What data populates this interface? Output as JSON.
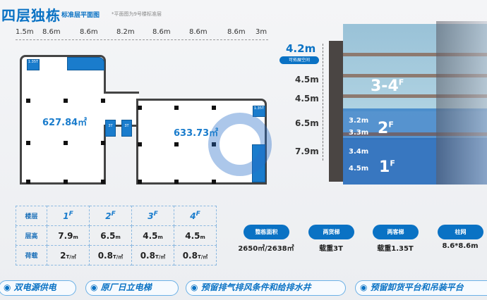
{
  "header": {
    "title": "四层独栋",
    "subtitle": "标准层平面图",
    "note": "*平面图为9号楼标准层"
  },
  "dimensions": [
    "1.5m",
    "8.6m",
    "8.6m",
    "8.2m",
    "8.6m",
    "8.6m",
    "8.6m",
    "3m"
  ],
  "plan": {
    "area_left": "627.84㎡",
    "area_right": "633.73㎡",
    "elevator_passenger": "1.35T",
    "elevator_freight": "3T"
  },
  "building": {
    "top_height": "4.2m",
    "top_label": "可拓展空间",
    "heights": [
      "4.5m",
      "4.5m",
      "6.5m",
      "7.9m"
    ],
    "floor_labels": [
      "3-4",
      "2",
      "1"
    ],
    "floor_sup": "F",
    "inner_2f": [
      "3.2m",
      "3.3m"
    ],
    "inner_1f": [
      "3.4m",
      "4.5m"
    ]
  },
  "spec_table": {
    "row_headers": [
      "楼层",
      "层高",
      "荷载"
    ],
    "floors": [
      "1",
      "2",
      "3",
      "4"
    ],
    "floor_sup": "F",
    "heights": [
      "7.9",
      "6.5",
      "4.5",
      "4.5"
    ],
    "height_unit": "m",
    "loads": [
      "2",
      "0.8",
      "0.8",
      "0.8"
    ],
    "load_unit": "T/㎡"
  },
  "stats": [
    {
      "label": "整栋面积",
      "value": "2650㎡/2638㎡"
    },
    {
      "label": "两货梯",
      "value": "载重3T"
    },
    {
      "label": "两客梯",
      "value": "载重1.35T"
    },
    {
      "label": "柱网",
      "value": "8.6*8.6m"
    }
  ],
  "features": [
    "双电源供电",
    "原厂日立电梯",
    "预留排气排风条件和给排水井",
    "预留卸货平台和吊装平台"
  ]
}
